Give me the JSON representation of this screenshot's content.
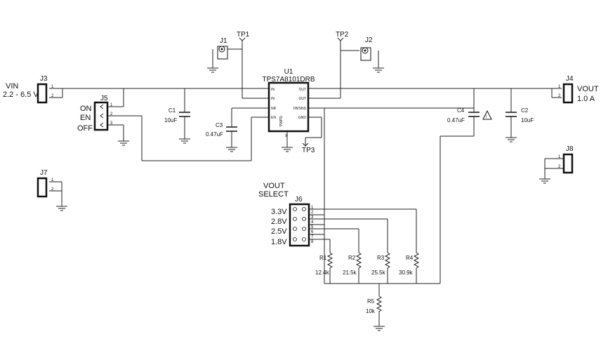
{
  "labels": {
    "vin": "VIN",
    "vin_range": "2.2 - 6.5 V",
    "vout": "VOUT",
    "vout_current": "1.0 A",
    "vout_select_line1": "VOUT",
    "vout_select_line2": "SELECT",
    "on": "ON",
    "en": "EN",
    "off": "OFF"
  },
  "connectors": {
    "j1": "J1",
    "j2": "J2",
    "j3": "J3",
    "j4": "J4",
    "j5": "J5",
    "j6": "J6",
    "j7": "J7",
    "j8": "J8"
  },
  "test_points": {
    "tp1": "TP1",
    "tp2": "TP2",
    "tp3": "TP3"
  },
  "ic": {
    "ref": "U1",
    "part": "TPS7A8101DRB",
    "pins_left": [
      "IN",
      "IN",
      "NR",
      "EN"
    ],
    "pins_right": [
      "OUT",
      "OUT",
      "FB/SNS",
      "GND"
    ],
    "pin_bottom": "PWPD",
    "pin_num_bottom": "9"
  },
  "capacitors": {
    "c1": {
      "ref": "C1",
      "value": "10uF"
    },
    "c2": {
      "ref": "C2",
      "value": "10uF"
    },
    "c3": {
      "ref": "C3",
      "value": "0.47uF"
    },
    "c4": {
      "ref": "C4",
      "value": "0.47uF"
    }
  },
  "resistors": {
    "r1": {
      "ref": "R1",
      "value": "12.4k"
    },
    "r2": {
      "ref": "R2",
      "value": "21.5k"
    },
    "r3": {
      "ref": "R3",
      "value": "25.5k"
    },
    "r4": {
      "ref": "R4",
      "value": "30.9k"
    },
    "r5": {
      "ref": "R5",
      "value": "10k"
    }
  },
  "voltage_options": [
    "3.3V",
    "2.8V",
    "2.5V",
    "1.8V"
  ]
}
